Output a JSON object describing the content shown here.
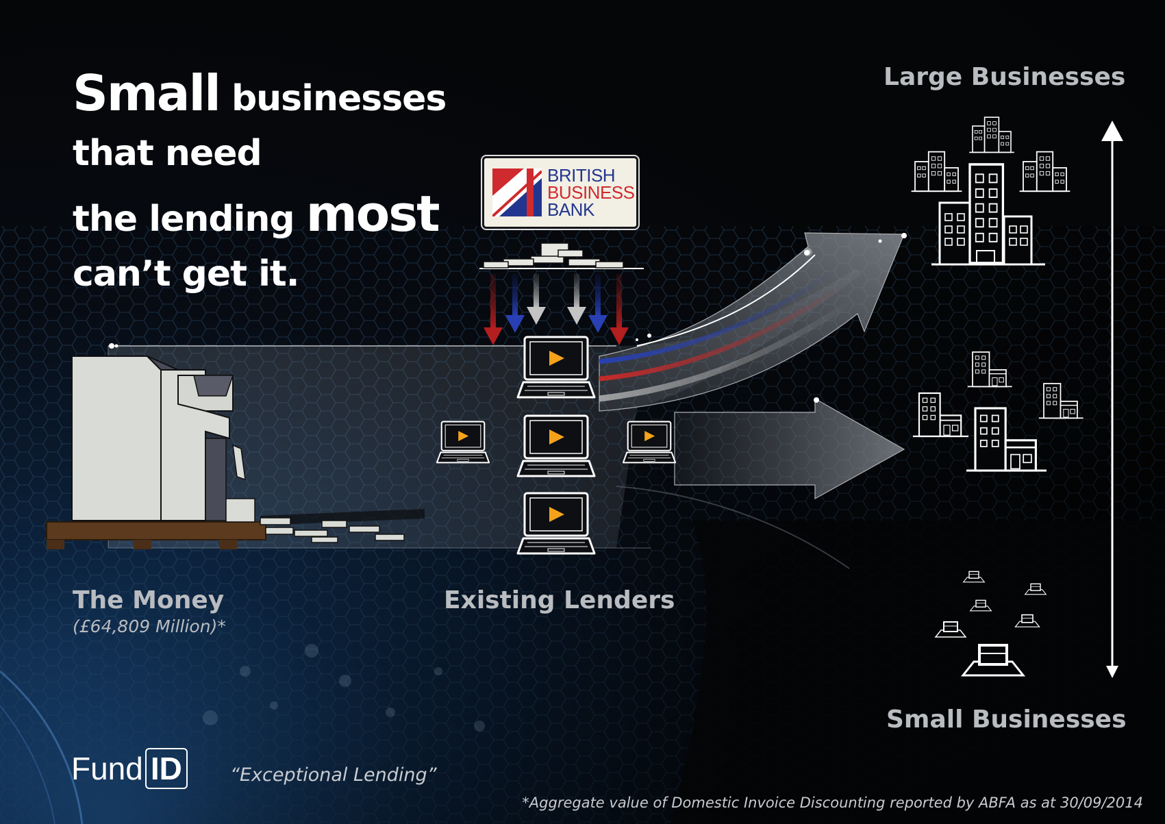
{
  "headline": {
    "line1_big": "Small",
    "line1_rest": "businesses",
    "line2": "that need",
    "line3_rest": "the lending",
    "line3_big": "most",
    "line4": "can’t get it."
  },
  "labels": {
    "large_businesses": "Large Businesses",
    "small_businesses": "Small Businesses",
    "the_money": "The Money",
    "money_amount": "(£64,809 Million)*",
    "existing_lenders": "Existing Lenders"
  },
  "bank": {
    "line1": "BRITISH",
    "line2": "BUSINESS",
    "line3": "BANK"
  },
  "brand": {
    "name_plain": "Fund",
    "name_boxed": "ID",
    "tagline": "“Exceptional Lending”"
  },
  "footnote": "*Aggregate value of Domestic Invoice Discounting reported by ABFA as at 30/09/2014",
  "colors": {
    "accent_orange": "#f5a21b",
    "bank_red": "#cf2a2e",
    "bank_blue": "#23368f",
    "label_grey": "#b9bcc0"
  },
  "icons": [
    "building-icon",
    "shop-icon",
    "laptop-icon",
    "cash-pile-icon",
    "double-arrow-icon"
  ]
}
